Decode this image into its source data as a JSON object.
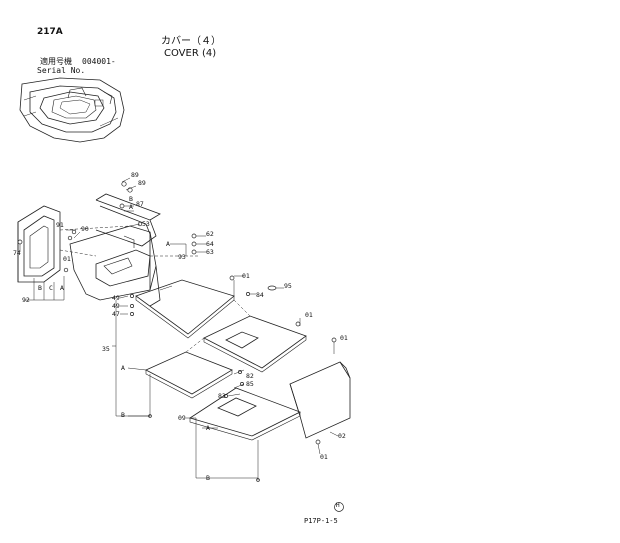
{
  "header": {
    "page_code": "217A",
    "title_jp": "カバー（４）",
    "title_en": "COVER (4)",
    "serial_label_jp": "適用号機",
    "serial_value": "004001-",
    "serial_label_en": "Serial No."
  },
  "footer": {
    "part_code": "P17P-1-5",
    "circle_mark": "H"
  },
  "callouts": {
    "c89a": "89",
    "c89b": "89",
    "c87": "87",
    "cB1": "B",
    "cA1": "A",
    "c53": "53",
    "c91": "91",
    "c90": "90",
    "c74": "74",
    "c01a": "01",
    "cB2": "B",
    "cC": "C",
    "cA2": "A",
    "c92": "92",
    "c62": "62",
    "c64": "64",
    "c63": "63",
    "cA3": "A",
    "c93": "93",
    "c01b": "01",
    "c84": "84",
    "c95": "95",
    "c49a": "49",
    "c49b": "49",
    "c47": "47",
    "c35": "35",
    "c01c": "01",
    "c01d": "01",
    "cA4": "A",
    "cB3": "B",
    "c82": "82",
    "c85": "85",
    "c83": "83",
    "c09": "09",
    "cA5": "A",
    "c02": "02",
    "c01e": "01",
    "cB4": "B"
  }
}
